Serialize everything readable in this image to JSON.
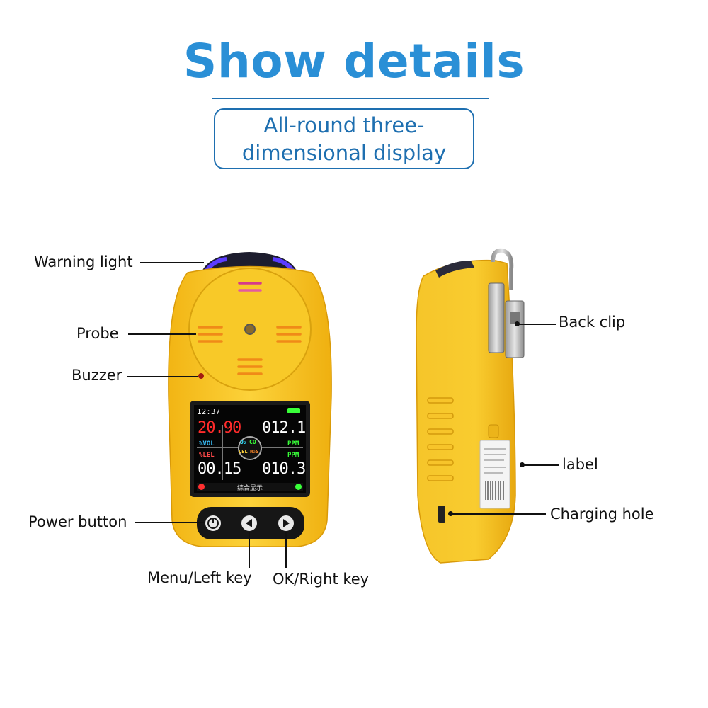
{
  "header": {
    "title": "Show details",
    "subtitle_line1": "All-round three-",
    "subtitle_line2": "dimensional display"
  },
  "callouts": {
    "warning_light": "Warning light",
    "probe": "Probe",
    "buzzer": "Buzzer",
    "power_button": "Power button",
    "menu_left_key": "Menu/Left key",
    "ok_right_key": "OK/Right key",
    "back_clip": "Back clip",
    "label": "label",
    "charging_hole": "Charging hole"
  },
  "device_screen": {
    "time": "12:37",
    "o2_value": "20.90",
    "o2_unit": "%VOL",
    "co_value": "012.1",
    "co_unit": "PPM",
    "lel_value": "00.15",
    "lel_unit": "%LEL",
    "h2s_value": "010.3",
    "h2s_unit": "PPM",
    "gas_o2": "O₂",
    "gas_co": "CO",
    "gas_lel": "LEL",
    "gas_h2s": "H₂S",
    "footer": "综合显示"
  },
  "colors": {
    "title_blue": "#2a8fd6",
    "frame_blue": "#1e6fb0",
    "device_yellow": "#f7c42a",
    "screen_bg": "#050505",
    "o2_red": "#ff2b2b",
    "unit_green": "#39ff39",
    "unit_cyan": "#2fe0ff"
  }
}
